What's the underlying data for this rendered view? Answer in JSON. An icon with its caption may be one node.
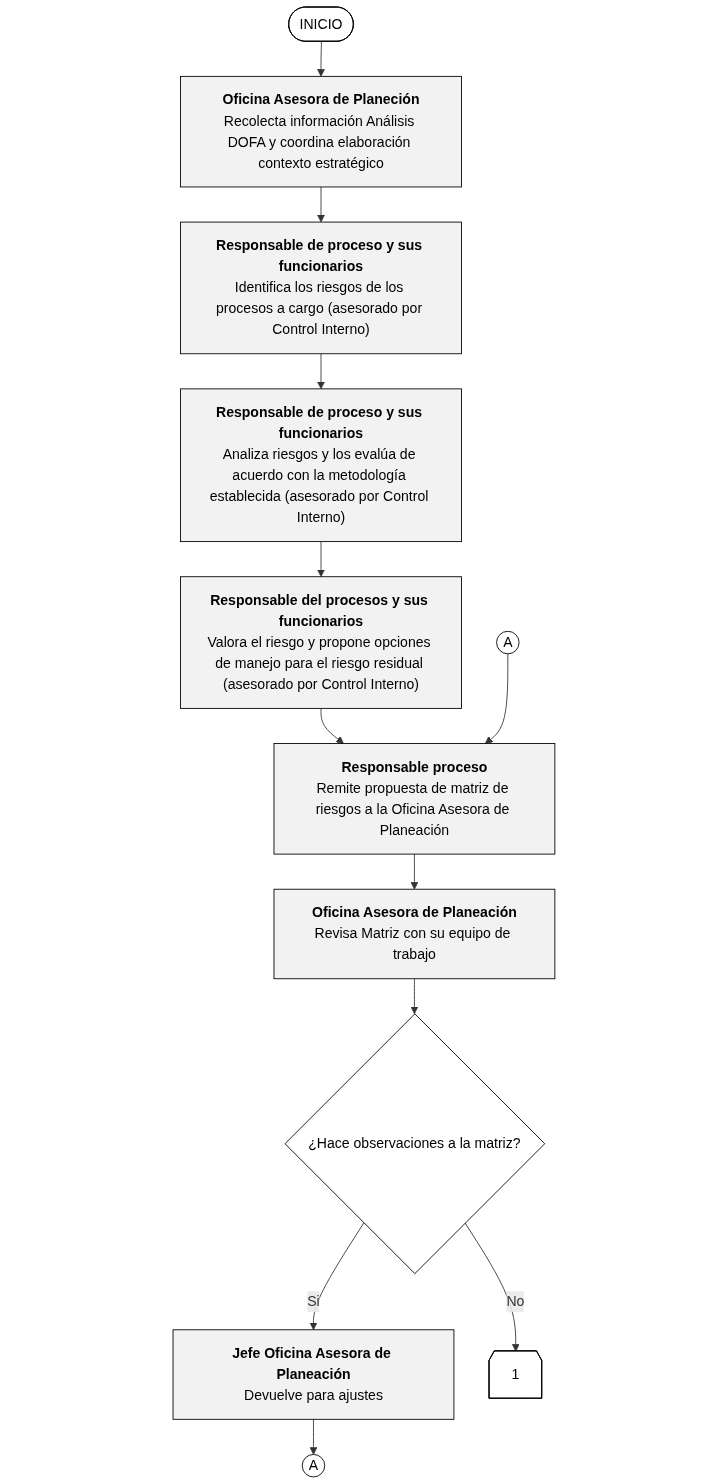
{
  "diagram": {
    "nodes": [
      {
        "text": [
          "INICIO"
        ]
      },
      {
        "text": [
          "Oficina Asesora de Planeción",
          "Recolecta información Análisis DOFA y coordina elaboración contexto estratégico"
        ]
      },
      {
        "text": [
          "Responsable de proceso y sus funcionarios",
          "Identifica los riesgos de los procesos a cargo (asesorado por Control Interno)"
        ]
      },
      {
        "text": [
          "Responsable de proceso y sus funcionarios",
          "Analiza riesgos y los evalúa de acuerdo con la metodología establecida (asesorado por Control Interno)"
        ]
      },
      {
        "text": [
          "Responsable del procesos y sus funcionarios",
          "Valora el riesgo y propone opciones de manejo para el riesgo residual (asesorado por Control Interno)"
        ]
      },
      {
        "text": [
          "A"
        ]
      },
      {
        "text": [
          "Responsable proceso",
          "Remite propuesta de matriz de riesgos a la Oficina Asesora de Planeación"
        ]
      },
      {
        "text": [
          "Oficina Asesora de Planeación",
          "Revisa Matriz con su equipo de trabajo"
        ]
      },
      {
        "text": [
          "¿Hace observaciones a la matriz?"
        ]
      },
      {
        "text": [
          "Jefe Oficina Asesora de Planeación",
          "Devuelve para ajustes"
        ]
      },
      {
        "text": [
          "1"
        ]
      },
      {
        "text": [
          "A"
        ]
      }
    ],
    "edges": [
      {
        "from": 0,
        "to": 1,
        "arrow": "to"
      },
      {
        "from": 1,
        "to": 2,
        "arrow": "to"
      },
      {
        "from": 2,
        "to": 3,
        "arrow": "to"
      },
      {
        "from": 3,
        "to": 4,
        "arrow": "to"
      },
      {
        "from": 4,
        "to": 6,
        "arrow": "to"
      },
      {
        "from": 5,
        "to": 6,
        "arrow": "to"
      },
      {
        "from": 6,
        "to": 7,
        "arrow": "to"
      },
      {
        "from": 7,
        "to": 8,
        "arrow": "to"
      },
      {
        "from": 8,
        "to": 9,
        "label": "Si",
        "arrow": "to"
      },
      {
        "from": 8,
        "to": 10,
        "label": "No",
        "arrow": "to"
      },
      {
        "from": 9,
        "to": 11,
        "arrow": "to"
      }
    ]
  }
}
